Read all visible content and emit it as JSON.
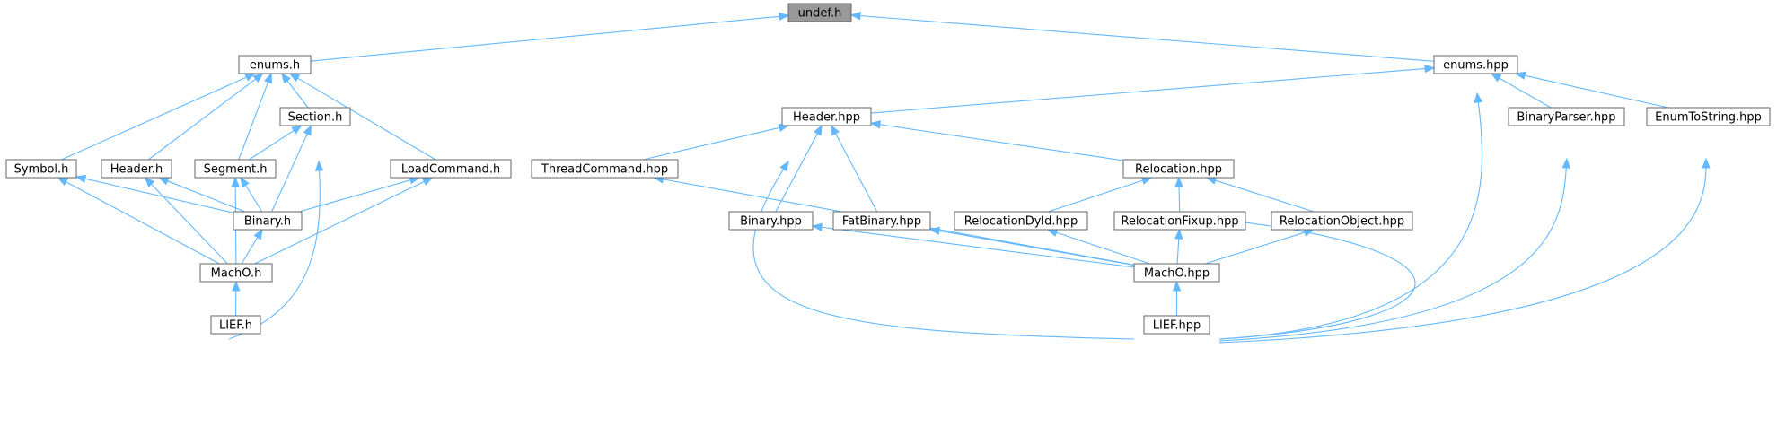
{
  "diagram": {
    "nodes": [
      {
        "id": "undef_h",
        "label": "undef.h",
        "root": true
      },
      {
        "id": "enums_h",
        "label": "enums.h"
      },
      {
        "id": "enums_hpp",
        "label": "enums.hpp"
      },
      {
        "id": "section_h",
        "label": "Section.h"
      },
      {
        "id": "header_hpp",
        "label": "Header.hpp"
      },
      {
        "id": "binaryparser_hpp",
        "label": "BinaryParser.hpp"
      },
      {
        "id": "enumtostring_hpp",
        "label": "EnumToString.hpp"
      },
      {
        "id": "symbol_h",
        "label": "Symbol.h"
      },
      {
        "id": "header_h",
        "label": "Header.h"
      },
      {
        "id": "segment_h",
        "label": "Segment.h"
      },
      {
        "id": "loadcommand_h",
        "label": "LoadCommand.h"
      },
      {
        "id": "threadcommand_hpp",
        "label": "ThreadCommand.hpp"
      },
      {
        "id": "relocation_hpp",
        "label": "Relocation.hpp"
      },
      {
        "id": "binary_h",
        "label": "Binary.h"
      },
      {
        "id": "binary_hpp",
        "label": "Binary.hpp"
      },
      {
        "id": "fatbinary_hpp",
        "label": "FatBinary.hpp"
      },
      {
        "id": "relocationdyld_hpp",
        "label": "RelocationDyld.hpp"
      },
      {
        "id": "relocationfixup_hpp",
        "label": "RelocationFixup.hpp"
      },
      {
        "id": "relocationobject_hpp",
        "label": "RelocationObject.hpp"
      },
      {
        "id": "macho_h",
        "label": "MachO.h"
      },
      {
        "id": "macho_hpp",
        "label": "MachO.hpp"
      },
      {
        "id": "lief_h",
        "label": "LIEF.h"
      },
      {
        "id": "lief_hpp",
        "label": "LIEF.hpp"
      }
    ],
    "edges": [
      {
        "from": "enums_h",
        "to": "undef_h"
      },
      {
        "from": "enums_hpp",
        "to": "undef_h"
      },
      {
        "from": "symbol_h",
        "to": "enums_h"
      },
      {
        "from": "header_h",
        "to": "enums_h"
      },
      {
        "from": "segment_h",
        "to": "enums_h"
      },
      {
        "from": "section_h",
        "to": "enums_h"
      },
      {
        "from": "loadcommand_h",
        "to": "enums_h"
      },
      {
        "from": "segment_h",
        "to": "section_h"
      },
      {
        "from": "binary_h",
        "to": "section_h"
      },
      {
        "from": "macho_h",
        "to": "section_h"
      },
      {
        "from": "binary_h",
        "to": "symbol_h"
      },
      {
        "from": "macho_h",
        "to": "symbol_h"
      },
      {
        "from": "binary_h",
        "to": "header_h"
      },
      {
        "from": "macho_h",
        "to": "header_h"
      },
      {
        "from": "binary_h",
        "to": "segment_h"
      },
      {
        "from": "macho_h",
        "to": "segment_h"
      },
      {
        "from": "binary_h",
        "to": "loadcommand_h"
      },
      {
        "from": "macho_h",
        "to": "loadcommand_h"
      },
      {
        "from": "macho_h",
        "to": "binary_h"
      },
      {
        "from": "lief_h",
        "to": "macho_h"
      },
      {
        "from": "header_hpp",
        "to": "enums_hpp"
      },
      {
        "from": "binaryparser_hpp",
        "to": "enums_hpp"
      },
      {
        "from": "enumtostring_hpp",
        "to": "enums_hpp"
      },
      {
        "from": "macho_hpp",
        "to": "enums_hpp"
      },
      {
        "from": "threadcommand_hpp",
        "to": "header_hpp"
      },
      {
        "from": "binary_hpp",
        "to": "header_hpp"
      },
      {
        "from": "fatbinary_hpp",
        "to": "header_hpp"
      },
      {
        "from": "relocation_hpp",
        "to": "header_hpp"
      },
      {
        "from": "macho_hpp",
        "to": "header_hpp"
      },
      {
        "from": "relocationdyld_hpp",
        "to": "relocation_hpp"
      },
      {
        "from": "relocationfixup_hpp",
        "to": "relocation_hpp"
      },
      {
        "from": "relocationobject_hpp",
        "to": "relocation_hpp"
      },
      {
        "from": "macho_hpp",
        "to": "relocation_hpp"
      },
      {
        "from": "macho_hpp",
        "to": "threadcommand_hpp"
      },
      {
        "from": "macho_hpp",
        "to": "binary_hpp"
      },
      {
        "from": "macho_hpp",
        "to": "fatbinary_hpp"
      },
      {
        "from": "macho_hpp",
        "to": "relocationdyld_hpp"
      },
      {
        "from": "macho_hpp",
        "to": "relocationfixup_hpp"
      },
      {
        "from": "macho_hpp",
        "to": "relocationobject_hpp"
      },
      {
        "from": "macho_hpp",
        "to": "binaryparser_hpp"
      },
      {
        "from": "macho_hpp",
        "to": "enumtostring_hpp"
      },
      {
        "from": "lief_hpp",
        "to": "macho_hpp"
      }
    ]
  },
  "colors": {
    "edge": "#63b8ff",
    "node_border": "#666666",
    "root_fill": "#999999",
    "node_fill": "#ffffff"
  }
}
